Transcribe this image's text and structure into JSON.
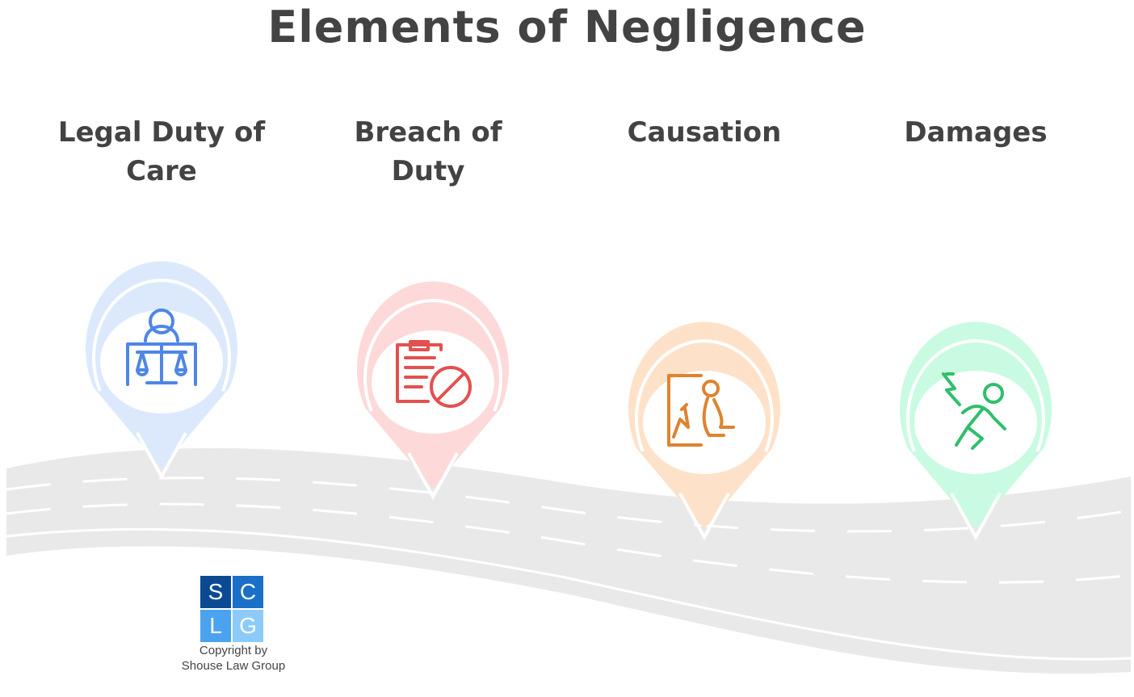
{
  "title": "Elements of Negligence",
  "steps": [
    {
      "label": "Legal Duty of Care",
      "icon": "judge-scales-icon",
      "color": "#4f86e6",
      "pin_color": "#dce9fd"
    },
    {
      "label": "Breach of Duty",
      "icon": "clipboard-prohibited-icon",
      "color": "#e2514f",
      "pin_color": "#fdd9d9"
    },
    {
      "label": "Causation",
      "icon": "person-slipping-door-icon",
      "color": "#e0822e",
      "pin_color": "#fde2c9"
    },
    {
      "label": "Damages",
      "icon": "person-falling-injury-icon",
      "color": "#2fbf6b",
      "pin_color": "#c9fbe2"
    }
  ],
  "logo": {
    "letters": [
      "S",
      "C",
      "L",
      "G"
    ],
    "colors": [
      "#0b4a93",
      "#1a6fc7",
      "#4ba3ef",
      "#8ccaf9"
    ]
  },
  "copyright": {
    "line1": "Copyright by",
    "line2": "Shouse Law Group"
  },
  "road_color": "#e9e9e9"
}
